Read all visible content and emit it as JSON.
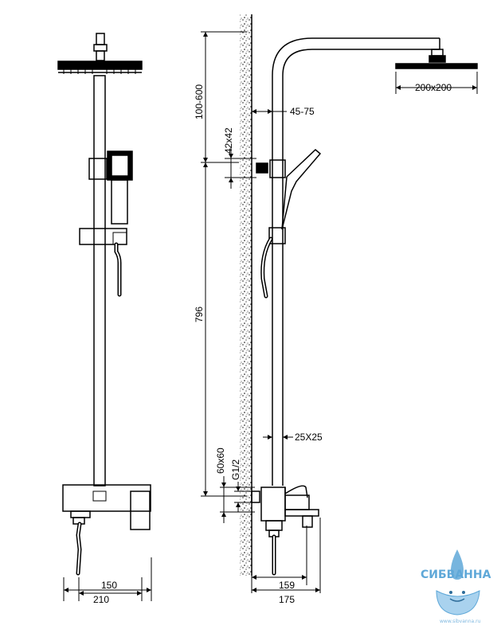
{
  "dimensions": {
    "overhead_arm": "100-600",
    "wall_clearance": "45-75",
    "head_size": "200x200",
    "holder_bracket": "42x42",
    "total_height": "796",
    "bar_section": "25X25",
    "mixer_body": "60x60",
    "thread": "G1/2",
    "depth_159": "159",
    "depth_175": "175",
    "width_150": "150",
    "width_210": "210"
  },
  "brand": {
    "name": "СИБВАННА",
    "url": "www.sibvanna.ru",
    "color": "#5fa8d8"
  }
}
